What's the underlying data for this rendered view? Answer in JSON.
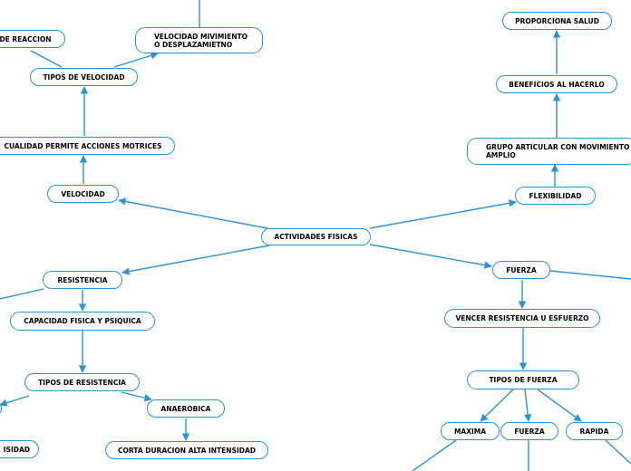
{
  "colors": {
    "accent": "#2a93d5",
    "node_fill": "#ffffff",
    "text": "#000000",
    "background": "#ffffff"
  },
  "nodes": {
    "actividades": "ACTIVIDADES FISICAS",
    "velocidad": "VELOCIDAD",
    "cualidad": "CUALIDAD PERMITE ACCIONES MOTRICES",
    "tipos_velocidad": "TIPOS DE VELOCIDAD",
    "reaccion": "DE REACCION",
    "velocidad_mov_line1": "VELOCIDAD MIVIMIENTO",
    "velocidad_mov_line2": "O DESPLAZAMIETNO",
    "resistencia": "RESISTENCIA",
    "capacidad": "CAPACIDAD FISICA Y PSIQUICA",
    "tipos_resistencia": "TIPOS DE RESISTENCIA",
    "anaerobica": "ANAEROBICA",
    "corta_duracion": "CORTA DURACION ALTA INTENSIDAD",
    "intensidad": "ISIDAD",
    "flexibilidad": "FLEXIBILIDAD",
    "grupo_line1": "GRUPO ARTICULAR CON MOVIMIENTO",
    "grupo_line2": "AMPLIO",
    "beneficios": "BENEFICIOS AL HACERLO",
    "proporciona": "PROPORCIONA SALUD",
    "fuerza": "FUERZA",
    "vencer": "VENCER RESISTENCIA U ESFUERZO",
    "tipos_fuerza": "TIPOS DE FUERZA",
    "maxima": "MAXIMA",
    "fuerza2": "FUERZA",
    "rapida": "RAPIDA"
  }
}
